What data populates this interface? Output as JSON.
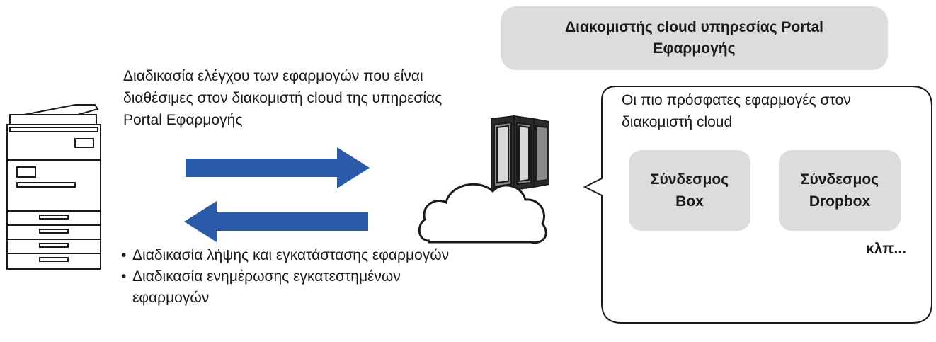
{
  "server_box": {
    "title": "Διακομιστής cloud υπηρεσίας Portal Εφαρμογής"
  },
  "upload_flow": {
    "text": "Διαδικασία ελέγχου των εφαρμογών που είναι διαθέσιμες στον διακομιστή cloud της υπηρεσίας Portal Εφαρμογής"
  },
  "download_flow": {
    "items": [
      "Διαδικασία λήψης και εγκατάστασης εφαρμογών",
      "Διαδικασία ενημέρωσης εγκατεστημένων εφαρμογών"
    ]
  },
  "callout": {
    "title": "Οι πιο πρόσφατες εφαρμογές στον διακομιστή cloud",
    "apps": [
      "Σύνδεσμος Box",
      "Σύνδεσμος Dropbox"
    ],
    "etc": "κλπ..."
  },
  "colors": {
    "arrow": "#2a5aa8",
    "tile": "#dcdcdc",
    "line": "#1a1a1a"
  }
}
